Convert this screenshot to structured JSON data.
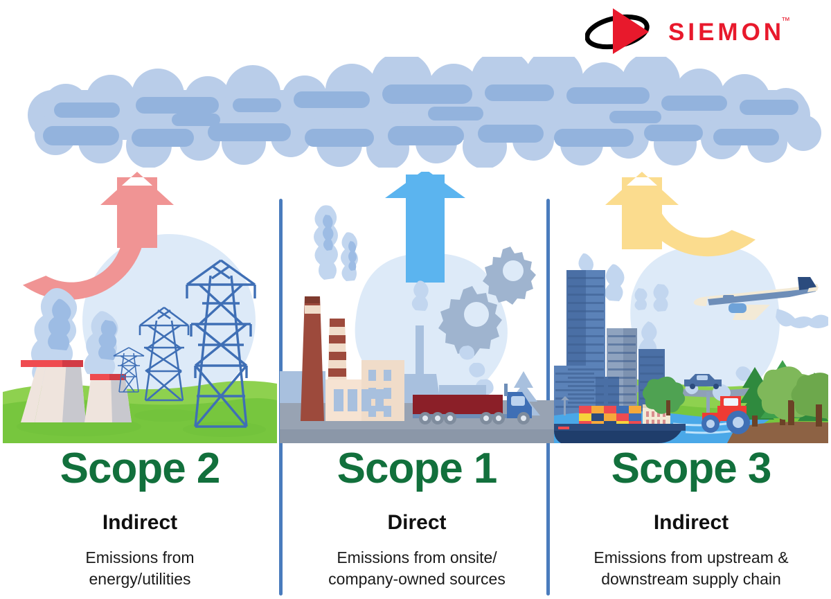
{
  "brand": {
    "name": "SIEMON",
    "trademark": "™",
    "logo_icon": "siemon-swoosh-logo",
    "red": "#e8192c",
    "black": "#000000"
  },
  "theme": {
    "background": "#ffffff",
    "cloud_light": "#b9cde9",
    "cloud_dark": "#93b3dd",
    "divider_blue": "#4a7cbd",
    "title_green": "#12703c",
    "text_black": "#101010",
    "arrow_pink": "#f09494",
    "arrow_blue": "#5bb4ef",
    "arrow_yellow": "#fbdc8e",
    "grass_green": "#8ed14f",
    "grass_green_dark": "#6fbf3a",
    "ground_gray": "#98a3b3",
    "water_blue": "#4aa8e8"
  },
  "cloud": {
    "label": "emissions-cloud-band"
  },
  "panels": [
    {
      "id": "scope2",
      "title": "Scope 2",
      "kind": "Indirect",
      "description": "Emissions from\nenergy/utilities",
      "description_lines": [
        "Emissions from",
        "energy/utilities"
      ],
      "arrow": {
        "name": "curved-arrow-up",
        "color": "#f09494",
        "shape": "curved"
      },
      "scene_icons": [
        "cooling-tower-large",
        "cooling-tower-small",
        "smoke-plume",
        "power-transmission-tower-large",
        "power-transmission-tower-medium",
        "power-transmission-tower-small",
        "grass-field",
        "sky-circle"
      ]
    },
    {
      "id": "scope1",
      "title": "Scope 1",
      "kind": "Direct",
      "description": "Emissions from onsite/\ncompany-owned sources",
      "description_lines": [
        "Emissions from onsite/",
        "company-owned sources"
      ],
      "arrow": {
        "name": "straight-arrow-up",
        "color": "#5bb4ef",
        "shape": "straight"
      },
      "scene_icons": [
        "factory-smokestack-tall",
        "factory-chimney-striped",
        "factory-building",
        "gear-large",
        "gear-small",
        "semi-truck",
        "pine-tree",
        "smoke-wisp",
        "paved-ground"
      ]
    },
    {
      "id": "scope3",
      "title": "Scope 3",
      "kind": "Indirect",
      "description": "Emissions from upstream &\ndownstream supply chain",
      "description_lines": [
        "Emissions from upstream &",
        "downstream supply chain"
      ],
      "arrow": {
        "name": "curved-arrow-up",
        "color": "#fbdc8e",
        "shape": "curved"
      },
      "scene_icons": [
        "city-skyline",
        "cargo-ship",
        "shipping-containers",
        "river",
        "airplane",
        "car",
        "road",
        "tractor",
        "pine-trees",
        "deciduous-trees",
        "smoke-puffs",
        "grass-field"
      ]
    }
  ]
}
